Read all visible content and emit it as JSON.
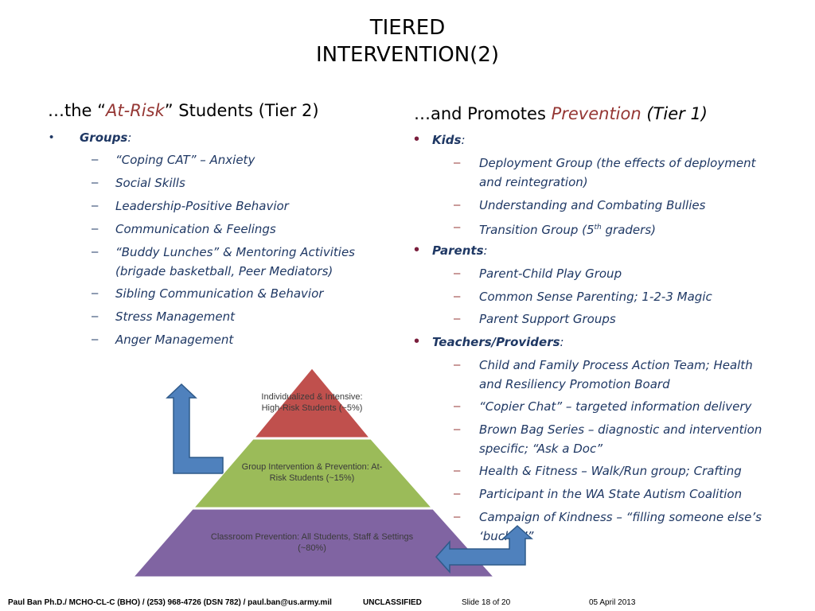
{
  "title": {
    "line1": "TIERED",
    "line2": "INTERVENTION(2)"
  },
  "left": {
    "heading_pre": "…the “",
    "heading_accent": "At-Risk",
    "heading_post": "” Students (Tier 2)",
    "section_label": "Groups",
    "section_colon": ":",
    "items": [
      "“Coping CAT” – Anxiety",
      "Social Skills",
      "Leadership-Positive Behavior",
      "Communication & Feelings",
      "“Buddy Lunches”  &  Mentoring Activities",
      "(brigade basketball, Peer Mediators)",
      "Sibling Communication & Behavior",
      "Stress Management",
      "Anger Management"
    ]
  },
  "right": {
    "heading_pre": "…and Promotes ",
    "heading_accent": "Prevention",
    "heading_post": " (Tier 1)",
    "kids": {
      "label": "Kids",
      "items": [
        "Deployment Group (the effects of deployment",
        "and reintegration)",
        "Understanding and Combating Bullies",
        "Transition Group (5",
        "th",
        " graders)"
      ]
    },
    "parents": {
      "label": "Parents",
      "items": [
        "Parent-Child Play Group",
        "Common Sense Parenting; 1-2-3 Magic",
        "Parent Support Groups"
      ]
    },
    "teachers": {
      "label": "Teachers/Providers",
      "items": [
        "Child and Family Process Action Team; Health",
        "and Resiliency Promotion Board",
        "“Copier Chat” – targeted information delivery",
        "Brown Bag Series – diagnostic and intervention",
        "specific; “Ask a Doc”",
        "Health & Fitness – Walk/Run group; Crafting",
        "Participant in the WA State Autism Coalition",
        "Campaign of Kindness – “filling someone else’s",
        "‘bucket’”"
      ]
    }
  },
  "pyramid": {
    "top": {
      "line1": "Individualized & Intensive:",
      "line2": "High-Risk Students (~5%)",
      "color": "#c0504d"
    },
    "middle": {
      "line1": "Group Intervention & Prevention: At-",
      "line2": "Risk Students (~15%)",
      "color": "#9bbb59"
    },
    "bottom": {
      "line1": "Classroom Prevention: All Students, Staff & Settings",
      "line2": "(~80%)",
      "color": "#8064a2"
    },
    "arrow_color": "#4f81bd"
  },
  "footer": {
    "author": "Paul Ban Ph.D./ MCHO-CL-C (BHO) / (253) 968-4726 (DSN 782) / paul.ban@us.army.mil",
    "classification": "UNCLASSIFIED",
    "slide": "Slide 18 of 20",
    "date": "05 April 2013"
  },
  "colors": {
    "text_blue": "#1f3864",
    "accent_red": "#953734"
  }
}
